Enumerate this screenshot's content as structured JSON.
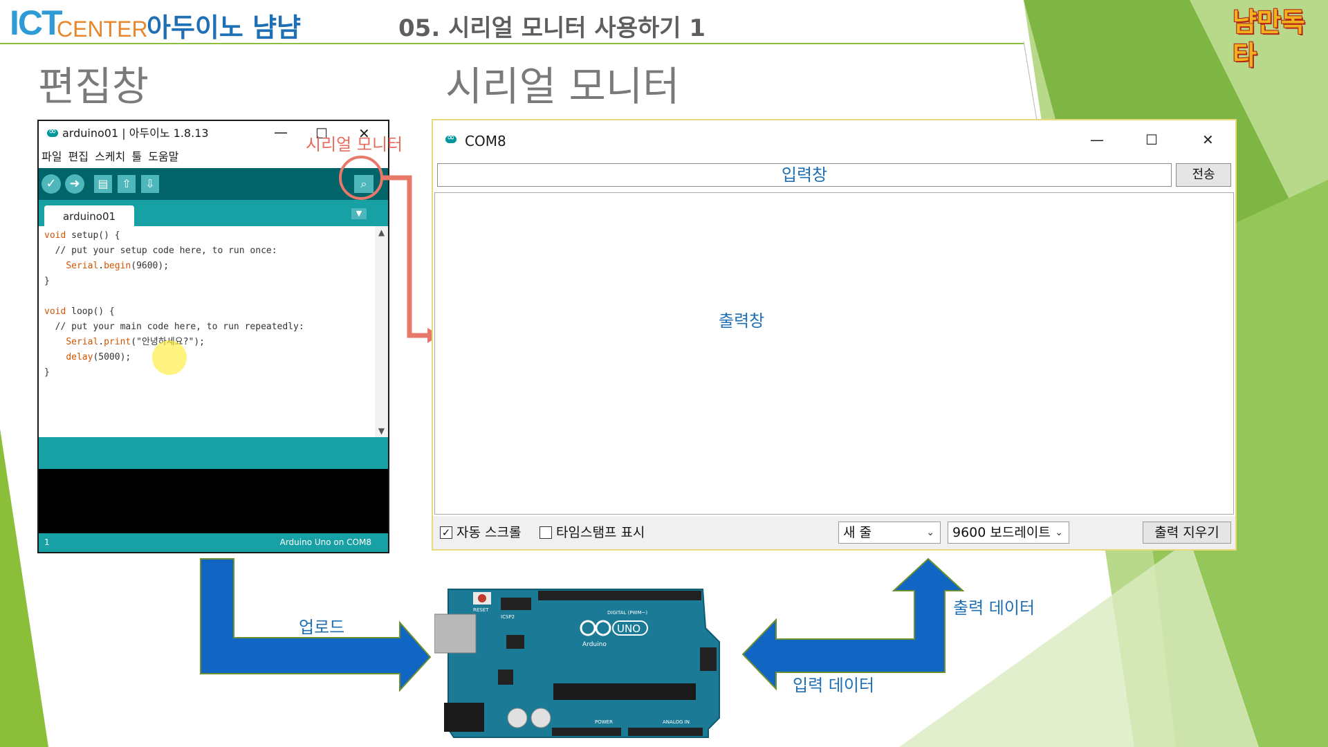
{
  "header": {
    "brand_ict": "ICT",
    "brand_center": "CENTER",
    "brand_course": "아두이노 냠냠",
    "lesson_title": "05. 시리얼 모니터 사용하기 1",
    "logo_text": "냠만독타"
  },
  "sections": {
    "editor_label": "편집창",
    "monitor_label": "시리얼 모니터"
  },
  "ide": {
    "window_title": "arduino01 | 아두이노 1.8.13",
    "minimize": "—",
    "maximize": "☐",
    "close": "✕",
    "menu": [
      "파일",
      "편집",
      "스케치",
      "툴",
      "도움말"
    ],
    "toolbar": {
      "verify_icon": "check-icon",
      "upload_icon": "arrow-right-icon",
      "new_icon": "file-icon",
      "open_icon": "arrow-up-icon",
      "save_icon": "arrow-down-icon",
      "serial_icon": "magnifier-icon"
    },
    "tab_label": "arduino01",
    "code": {
      "l1_kw": "void",
      "l1_rest": " setup() {",
      "l2": "  // put your setup code here, to run once:",
      "l3_obj": "Serial",
      "l3_dot": ".",
      "l3_fn": "begin",
      "l3_rest": "(9600);",
      "l4": "}",
      "l5": "",
      "l6_kw": "void",
      "l6_rest": " loop() {",
      "l7": "  // put your main code here, to run repeatedly:",
      "l8_obj": "Serial",
      "l8_dot": ".",
      "l8_fn": "print",
      "l8_rest": "(\"안녕하세요?\");",
      "l9_fn": "delay",
      "l9_rest": "(5000);",
      "l10": "}"
    },
    "status_line": "1",
    "status_board": "Arduino Uno on COM8"
  },
  "callout": {
    "serial_label": "시리얼 모니터"
  },
  "serial_monitor": {
    "window_title": "COM8",
    "minimize": "—",
    "maximize": "☐",
    "close": "✕",
    "input_annotation": "입력창",
    "send_label": "전송",
    "output_annotation": "출력창",
    "autoscroll_label": "자동 스크롤",
    "autoscroll_checked": true,
    "timestamp_label": "타임스탬프 표시",
    "timestamp_checked": false,
    "line_ending": "새 줄",
    "baud": "9600 보드레이트",
    "clear_label": "출력 지우기"
  },
  "flow": {
    "upload_label": "업로드",
    "output_data_label": "출력 데이터",
    "input_data_label": "입력 데이터"
  },
  "board": {
    "model_text": "UNO",
    "brand_text": "Arduino",
    "reset_text": "RESET",
    "icsp_text": "ICSP2",
    "digital_text": "DIGITAL (PWM~)",
    "power_text": "POWER",
    "analog_text": "ANALOG IN"
  },
  "colors": {
    "accent_green": "#8bbf3a",
    "ide_teal": "#00979c",
    "annotation_blue": "#1f6fb5",
    "annotation_red": "#e86c5d",
    "arrow_blue": "#1166c4"
  }
}
